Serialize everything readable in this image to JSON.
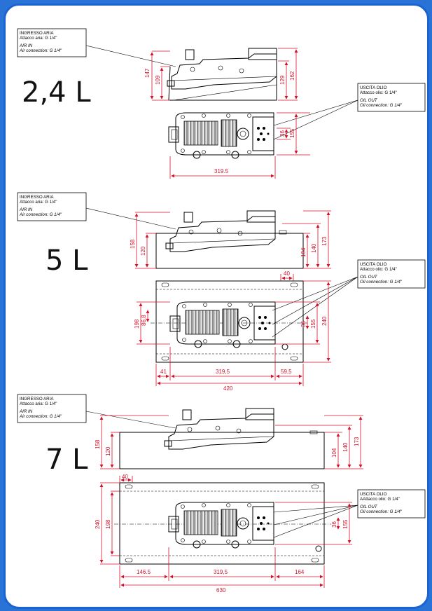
{
  "variants": [
    {
      "title": "2,4 L",
      "air_box": {
        "l1": "INGRESSO ARIA",
        "l2": "Attacco aria: G 1/4\"",
        "l3": "AIR IN",
        "l4": "Air connection: G 1/4\""
      },
      "oil_box": {
        "l1": "USCITA OLIO",
        "l2": "Attacco olio: G 1/4\"",
        "l3": "OIL OUT",
        "l4": "Oil connection: G 1/4\""
      },
      "dims": {
        "a": "147",
        "b": "109",
        "c": "129",
        "d": "162",
        "e": "36",
        "f": "155",
        "g": "319.5"
      }
    },
    {
      "title": "5 L",
      "air_box": {
        "l1": "INGRESSO ARIA",
        "l2": "Attacco aria: G 1/4\"",
        "l3": "AIR IN",
        "l4": "Air connection: G 1/4\""
      },
      "oil_box": {
        "l1": "USCITA OLIO",
        "l2": "Attacco olio: G 1/4\"",
        "l3": "OIL OUT",
        "l4": "Oil connection: G 1/4\""
      },
      "dims": {
        "a": "158",
        "b": "120",
        "c": "104",
        "d": "140",
        "e": "173",
        "f": "40",
        "g": "198",
        "h": "86,8",
        "i": "36",
        "j": "155",
        "k": "240",
        "l": "41",
        "m": "319,5",
        "n": "59,5",
        "o": "420"
      }
    },
    {
      "title": "7 L",
      "air_box": {
        "l1": "INGRESSO ARIA",
        "l2": "Attacco aria: G 1/4\"",
        "l3": "AIR IN",
        "l4": "Air connection: G 1/4\""
      },
      "oil_box": {
        "l1": "USCITA OLIO",
        "l2": "AAttacco olio: G 1/4\"",
        "l3": "OIL OUT",
        "l4": "Oil connection: G 1/4\""
      },
      "dims": {
        "a": "158",
        "b": "120",
        "c": "104",
        "d": "140",
        "e": "173",
        "f": "40",
        "g": "240",
        "h": "198",
        "i": "36",
        "j": "155",
        "k": "146.5",
        "l": "319,5",
        "m": "164",
        "n": "630"
      }
    }
  ]
}
